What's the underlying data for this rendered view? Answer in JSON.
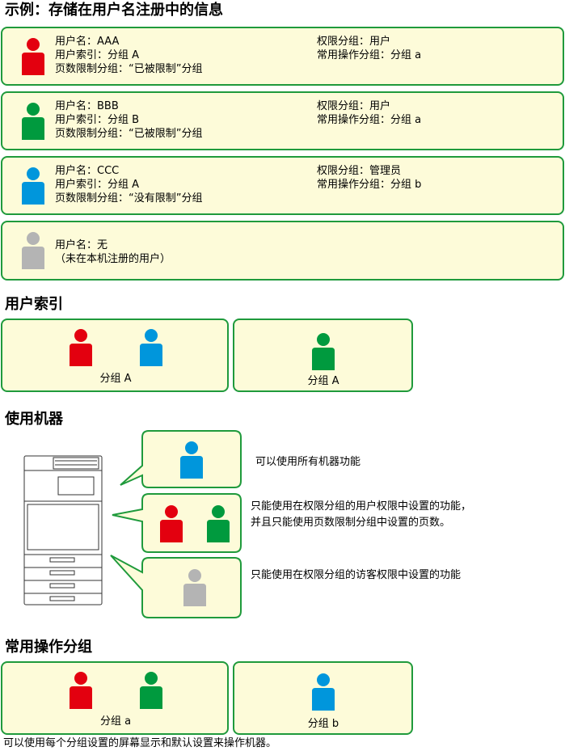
{
  "titles": {
    "example": "示例：存储在用户名注册中的信息",
    "user_index": "用户索引",
    "use_machine": "使用机器",
    "favorite_group": "常用操作分组"
  },
  "users": [
    {
      "color": "#e3000f",
      "left": [
        "用户名：AAA",
        "用户索引：分组 A",
        "页数限制分组：“已被限制”分组"
      ],
      "right": [
        "权限分组：用户",
        "常用操作分组：分组 a"
      ]
    },
    {
      "color": "#009a3e",
      "left": [
        "用户名：BBB",
        "用户索引：分组 B",
        "页数限制分组：“已被限制”分组"
      ],
      "right": [
        "权限分组：用户",
        "常用操作分组：分组 a"
      ]
    },
    {
      "color": "#0096dc",
      "left": [
        "用户名：CCC",
        "用户索引：分组 A",
        "页数限制分组：“没有限制”分组"
      ],
      "right": [
        "权限分组：管理员",
        "常用操作分组：分组 b"
      ]
    },
    {
      "color": "#b4b4b4",
      "left": [
        "用户名：无",
        "（未在本机注册的用户）"
      ],
      "right": []
    }
  ],
  "user_index": {
    "group1_caption": "分组 A",
    "group2_caption": "分组 A"
  },
  "use_machine": {
    "desc1": "可以使用所有机器功能",
    "desc2_line1": "只能使用在权限分组的用户权限中设置的功能，",
    "desc2_line2": "并且只能使用页数限制分组中设置的页数。",
    "desc3": "只能使用在权限分组的访客权限中设置的功能"
  },
  "favorite_group": {
    "group1_caption": "分组 a",
    "group2_caption": "分组 b",
    "footnote": "可以使用每个分组设置的屏幕显示和默认设置来操作机器。"
  },
  "colors": {
    "red": "#e3000f",
    "green": "#009a3e",
    "blue": "#0096dc",
    "gray": "#b4b4b4",
    "box_border": "#1f9a3c",
    "box_fill": "#fdfbd9"
  }
}
